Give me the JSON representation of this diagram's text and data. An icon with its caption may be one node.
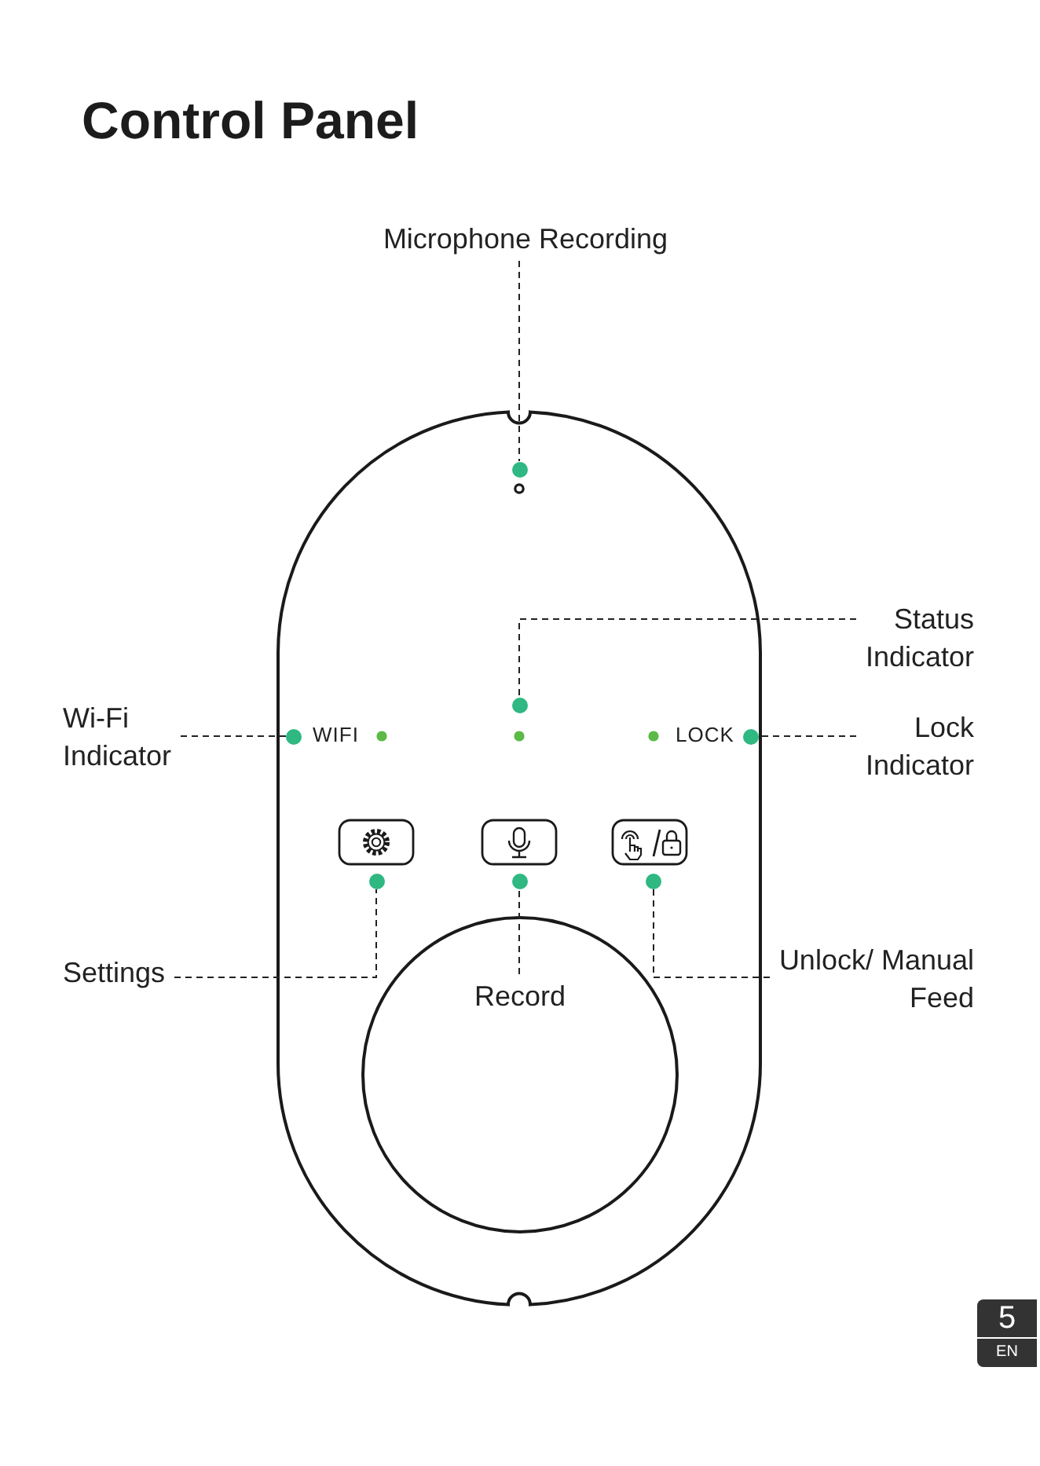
{
  "diagram": {
    "title": "Control Panel",
    "nodes": [
      {
        "text": [
          "Microphone Recording"
        ]
      },
      {
        "text": [],
        "shape": "circle"
      },
      {
        "text": [
          "Status Indicator"
        ]
      },
      {
        "text": [],
        "shape": "circle"
      },
      {
        "text": [
          "Wi-Fi Indicator"
        ]
      },
      {
        "text": [],
        "shape": "circle"
      },
      {
        "text": [
          "Lock Indicator"
        ]
      },
      {
        "text": [],
        "shape": "circle"
      },
      {
        "text": [
          "Settings"
        ]
      },
      {
        "text": [],
        "shape": "circle"
      },
      {
        "text": [
          "Record"
        ]
      },
      {
        "text": [],
        "shape": "circle"
      },
      {
        "text": [
          "Unlock/ Manual Feed"
        ]
      },
      {
        "text": [],
        "shape": "circle"
      }
    ],
    "edges": [
      {
        "from": 0,
        "to": 1,
        "arrow": "none",
        "style": "dashed"
      },
      {
        "from": 2,
        "to": 3,
        "arrow": "none",
        "style": "dashed"
      },
      {
        "from": 4,
        "to": 5,
        "arrow": "none",
        "style": "dashed"
      },
      {
        "from": 6,
        "to": 7,
        "arrow": "none",
        "style": "dashed"
      },
      {
        "from": 8,
        "to": 9,
        "arrow": "none",
        "style": "dashed"
      },
      {
        "from": 10,
        "to": 11,
        "arrow": "none",
        "style": "dashed"
      },
      {
        "from": 12,
        "to": 13,
        "arrow": "none",
        "style": "dashed"
      }
    ],
    "labels": [
      "WIFI",
      "LOCK",
      "5",
      "EN"
    ]
  }
}
